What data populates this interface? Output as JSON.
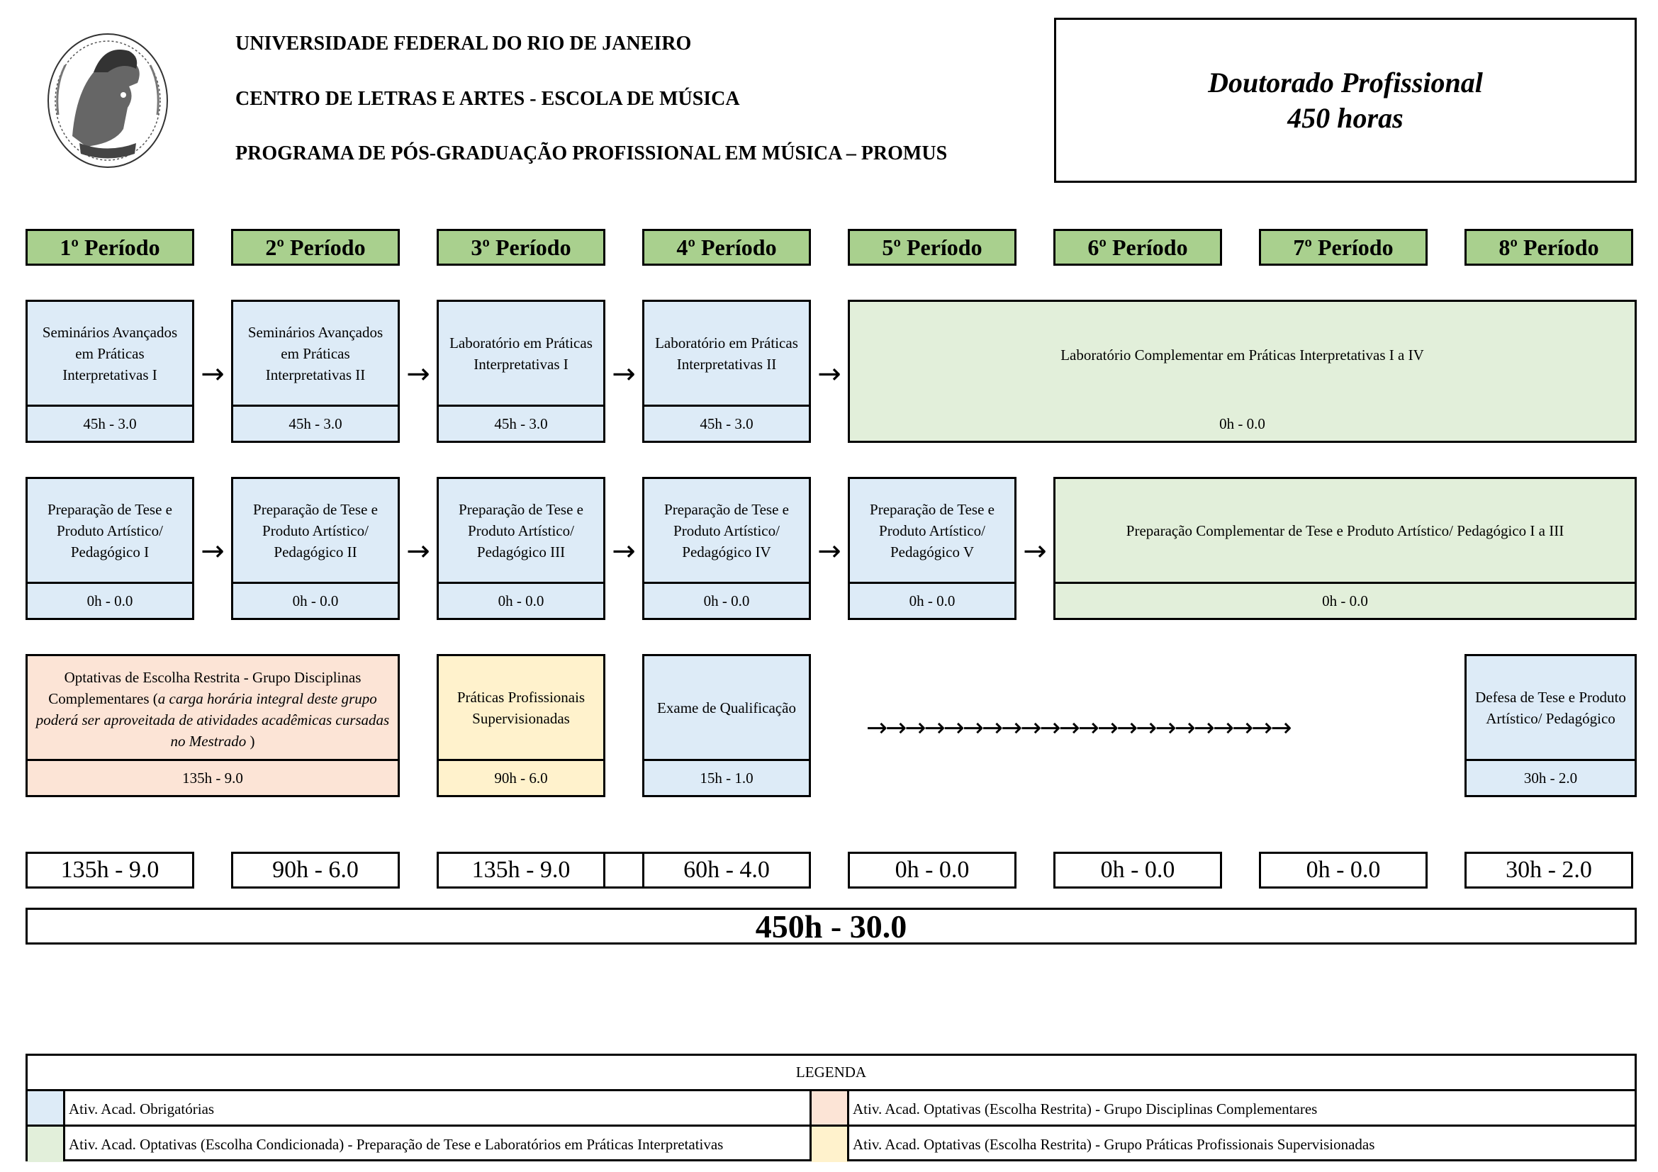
{
  "header": {
    "lines": [
      "UNIVERSIDADE FEDERAL DO RIO DE JANEIRO",
      "CENTRO DE LETRAS E ARTES - ESCOLA DE MÚSICA",
      "PROGRAMA DE PÓS-GRADUAÇÃO PROFISSIONAL EM MÚSICA – PROMUS"
    ],
    "program_title": "Doutorado Profissional",
    "program_hours": "450 horas"
  },
  "periods": [
    "1º Período",
    "2º Período",
    "3º Período",
    "4º Período",
    "5º Período",
    "6º Período",
    "7º Período",
    "8º Período"
  ],
  "row1": {
    "c1": {
      "title": "Seminários Avançados em Práticas Interpretativas I",
      "hours": "45h - 3.0"
    },
    "c2": {
      "title": "Seminários Avançados em Práticas Interpretativas II",
      "hours": "45h - 3.0"
    },
    "c3": {
      "title": "Laboratório em Práticas Interpretativas I",
      "hours": "45h - 3.0"
    },
    "c4": {
      "title": "Laboratório em Práticas Interpretativas II",
      "hours": "45h - 3.0"
    },
    "c5": {
      "title": "Laboratório Complementar em Práticas Interpretativas I a IV",
      "hours": "0h - 0.0"
    }
  },
  "row2": {
    "c1": {
      "title": "Preparação de Tese e Produto Artístico/ Pedagógico I",
      "hours": "0h - 0.0"
    },
    "c2": {
      "title": "Preparação de Tese e Produto Artístico/ Pedagógico II",
      "hours": "0h - 0.0"
    },
    "c3": {
      "title": "Preparação de Tese e Produto Artístico/ Pedagógico III",
      "hours": "0h - 0.0"
    },
    "c4": {
      "title": "Preparação de Tese e Produto Artístico/ Pedagógico IV",
      "hours": "0h - 0.0"
    },
    "c5": {
      "title": "Preparação de Tese e Produto Artístico/ Pedagógico V",
      "hours": "0h - 0.0"
    },
    "c6": {
      "title": "Preparação Complementar de Tese e Produto Artístico/ Pedagógico I a III",
      "hours": "0h - 0.0"
    }
  },
  "row3": {
    "optativas": {
      "title": "Optativas de Escolha Restrita - Grupo Disciplinas Complementares (",
      "title_italic": "a carga horária integral deste grupo poderá ser aproveitada de atividades acadêmicas cursadas no Mestrado",
      "title_end": " )",
      "hours": "135h - 9.0"
    },
    "praticas": {
      "title": "Práticas Profissionais Supervisionadas",
      "hours": "90h - 6.0"
    },
    "exame": {
      "title": "Exame de Qualificação",
      "hours": "15h - 1.0"
    },
    "defesa": {
      "title": "Defesa de Tese e Produto Artístico/ Pedagógico",
      "hours": "30h - 2.0"
    }
  },
  "totals": [
    "135h - 9.0",
    "90h - 6.0",
    "135h - 9.0",
    "60h - 4.0",
    "0h - 0.0",
    "0h - 0.0",
    "0h - 0.0",
    "30h - 2.0"
  ],
  "grand_total": "450h - 30.0",
  "legend": {
    "title": "LEGENDA",
    "items": [
      {
        "label": "Ativ. Acad. Obrigatórias",
        "color": "#ddebf7"
      },
      {
        "label": "Ativ. Acad. Optativas (Escolha Restrita) - Grupo Disciplinas Complementares",
        "color": "#fce4d6"
      },
      {
        "label": "Ativ. Acad. Optativas (Escolha Condicionada) - Preparação de Tese e Laboratórios em Práticas Interpretativas",
        "color": "#e2efda"
      },
      {
        "label": "Ativ. Acad. Optativas (Escolha Restrita) - Grupo Práticas Profissionais Supervisionadas",
        "color": "#fff2cc"
      }
    ]
  },
  "colors": {
    "period_header": "#a9d08e",
    "mandatory": "#ddebf7",
    "conditional": "#e2efda",
    "restricted_complementary": "#fce4d6",
    "restricted_practices": "#fff2cc"
  },
  "arrow_glyph": "→",
  "long_arrows": "→→→→→→→→→→→→→→→→→→→→→→"
}
